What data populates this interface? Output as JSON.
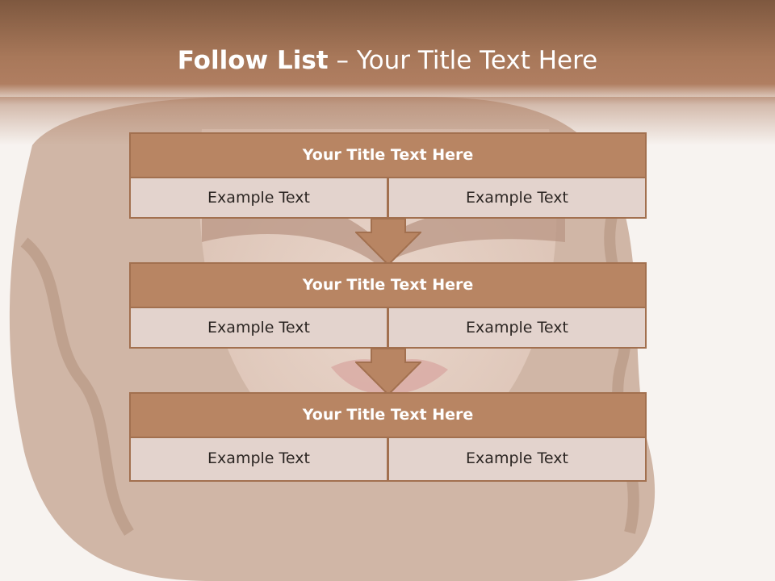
{
  "slide": {
    "title_bold": "Follow List",
    "title_rest": "– Your Title Text Here"
  },
  "blocks": [
    {
      "title": "Your Title Text Here",
      "left_text": "Example Text",
      "right_text": "Example Text"
    },
    {
      "title": "Your Title Text Here",
      "left_text": "Example Text",
      "right_text": "Example Text"
    },
    {
      "title": "Your Title Text Here",
      "left_text": "Example Text",
      "right_text": "Example Text"
    }
  ],
  "colors": {
    "header_brown": "#7e583f",
    "block_title_fill": "#b88563",
    "block_border": "#a2704f",
    "cell_fill": "#e3d3cd",
    "arrow_fill": "#b88563"
  },
  "background_image": "faded portrait of woman with wavy brown hair"
}
